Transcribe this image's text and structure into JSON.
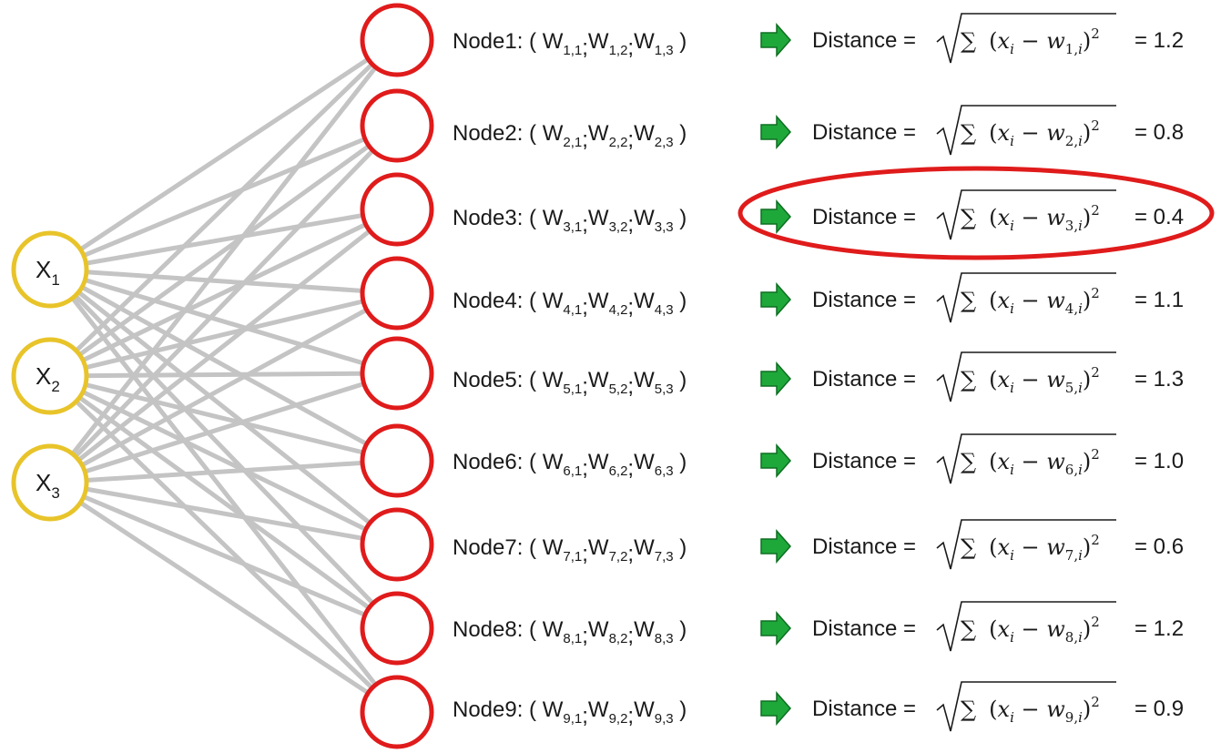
{
  "inputs": [
    {
      "label": "X",
      "sub": "1"
    },
    {
      "label": "X",
      "sub": "2"
    },
    {
      "label": "X",
      "sub": "3"
    }
  ],
  "nodes": [
    {
      "name": "Node1",
      "index": "1",
      "value": "1.2"
    },
    {
      "name": "Node2",
      "index": "2",
      "value": "0.8"
    },
    {
      "name": "Node3",
      "index": "3",
      "value": "0.4",
      "highlighted": true
    },
    {
      "name": "Node4",
      "index": "4",
      "value": "1.1"
    },
    {
      "name": "Node5",
      "index": "5",
      "value": "1.3"
    },
    {
      "name": "Node6",
      "index": "6",
      "value": "1.0"
    },
    {
      "name": "Node7",
      "index": "7",
      "value": "0.6"
    },
    {
      "name": "Node8",
      "index": "8",
      "value": "1.2"
    },
    {
      "name": "Node9",
      "index": "9",
      "value": "0.9"
    }
  ],
  "weight_letter": "W",
  "distance_word": "Distance",
  "formula": {
    "sigma": "∑",
    "x": "x",
    "i": "i",
    "w": "w",
    "minus": "−",
    "power": "2"
  },
  "colors": {
    "input_stroke": "#e8c42a",
    "node_stroke": "#e01b1b",
    "edge": "#c4c4c4",
    "arrow_fill": "#1fa83a",
    "arrow_stroke": "#0e6f22",
    "highlight": "#e01b1b"
  }
}
